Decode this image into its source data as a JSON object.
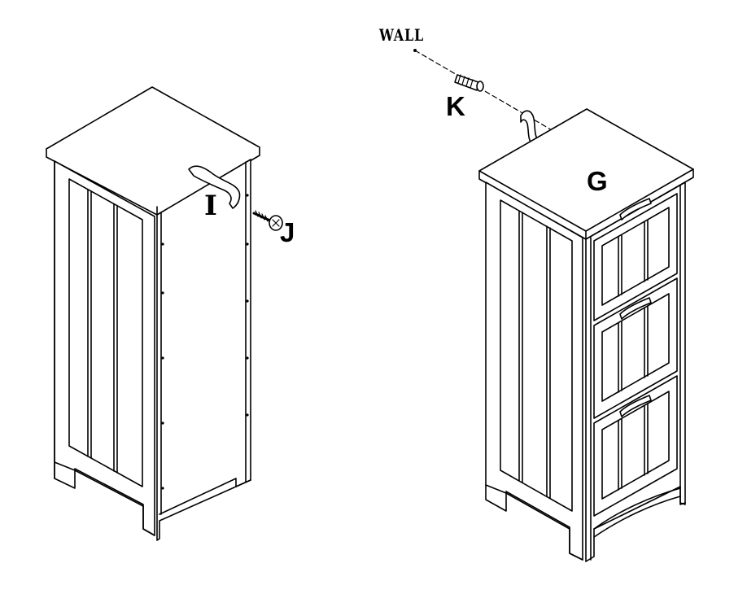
{
  "labels": {
    "wall": "WALL",
    "k": "K",
    "g": "G",
    "i": "I",
    "j": "J"
  },
  "colors": {
    "line": "#000000",
    "background": "#ffffff"
  }
}
